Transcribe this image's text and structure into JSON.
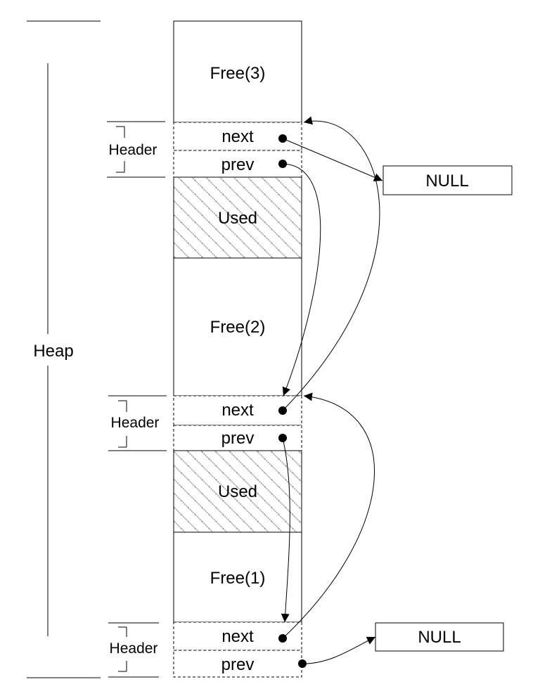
{
  "heap_label": "Heap",
  "blocks": {
    "free3": "Free(3)",
    "used_top": "Used",
    "free2": "Free(2)",
    "used_bottom": "Used",
    "free1": "Free(1)"
  },
  "headers": {
    "top": {
      "label": "Header",
      "next": "next",
      "prev": "prev"
    },
    "middle": {
      "label": "Header",
      "next": "next",
      "prev": "prev"
    },
    "bottom": {
      "label": "Header",
      "next": "next",
      "prev": "prev"
    }
  },
  "null_boxes": {
    "top": "NULL",
    "bottom": "NULL"
  }
}
